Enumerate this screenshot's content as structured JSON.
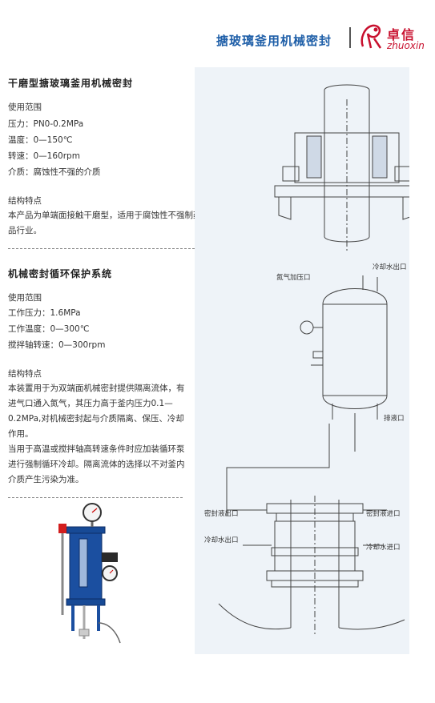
{
  "header": {
    "title": "搪玻璃釜用机械密封",
    "brand_name": "卓信",
    "brand_latin": "zhuoxin"
  },
  "section1": {
    "title": "干磨型搪玻璃釜用机械密封",
    "usage_heading": "使用范围",
    "specs": [
      "压力：PN0-0.2MPa",
      "温度：0—150℃",
      "转速：0—160rpm",
      "介质：腐蚀性不强的介质"
    ],
    "feature_heading": "结构特点",
    "feature_text": "本产品为单端面接触干磨型，适用于腐蚀性不强制药、食品行业。"
  },
  "section2": {
    "title": "机械密封循环保护系统",
    "usage_heading": "使用范围",
    "specs": [
      "工作压力：1.6MPa",
      "工作温度：0—300℃",
      "搅拌轴转速：0—300rpm"
    ],
    "feature_heading": "结构特点",
    "feature_text_1": "本装置用于为双端面机械密封提供隔离流体，有进气口通入氮气，其压力高于釜内压力0.1—0.2MPa,对机械密封起与介质隔离、保压、冷却作用。",
    "feature_text_2": "当用于高温或搅拌轴高转速条件时应加装循环泵进行强制循环冷却。隔离流体的选择以不对釜内介质产生污染为准。"
  },
  "diagram": {
    "labels": {
      "nitrogen_inlet": "氮气加压口",
      "cooling_water_outlet_top": "冷却水出口",
      "drain": "排液口",
      "seal_fluid_outlet": "密封液出口",
      "seal_fluid_inlet": "密封液进口",
      "cooling_water_outlet": "冷却水出口",
      "cooling_water_inlet": "冷却水进口"
    }
  },
  "colors": {
    "header_title": "#1f5fa8",
    "brand": "#c8102e",
    "diagram_panel": "#eef3f8",
    "device_blue": "#1b4fa0"
  }
}
